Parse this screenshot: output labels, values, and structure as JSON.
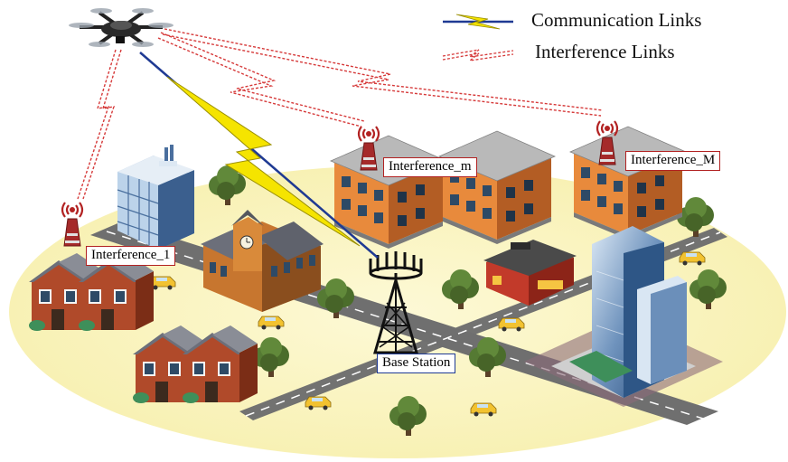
{
  "legend": {
    "communication": {
      "label": "Communication Links",
      "color": "#1f3a93",
      "bolt_color": "#f5e400"
    },
    "interference": {
      "label": "Interference Links",
      "color": "#d63a3a"
    }
  },
  "labels": {
    "interference_1": "Interference_1",
    "interference_m": "Interference_m",
    "interference_M": "Interference_M",
    "base_station": "Base Station"
  },
  "colors": {
    "ground": "#fbf6c4",
    "road": "#6f6f6f",
    "tree": "#4e6b2e",
    "brick": "#d46a2a",
    "tower": "#111111"
  },
  "icons": [
    "drone-icon",
    "antenna-icon",
    "tower-icon",
    "tree-icon",
    "car-icon",
    "building-icon"
  ]
}
